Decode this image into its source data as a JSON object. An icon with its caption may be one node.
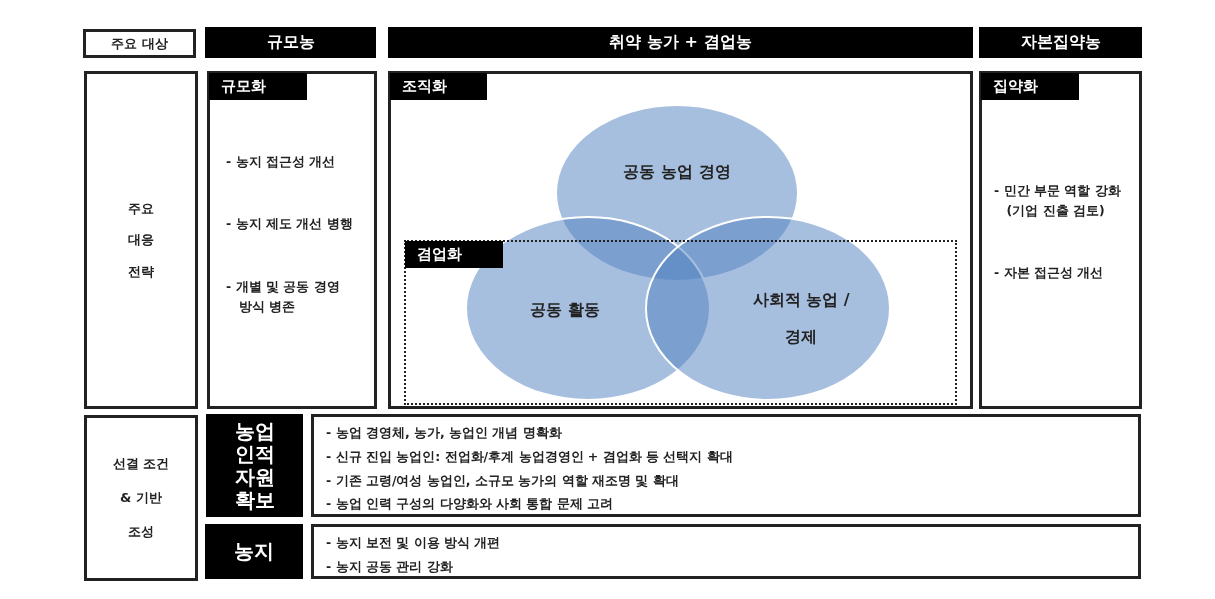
{
  "diagram": {
    "nodes": [
      {
        "text": [
          "주요 대상"
        ]
      },
      {
        "text": [
          "규모농"
        ]
      },
      {
        "text": [
          "취약 농가 + 겸업농"
        ]
      },
      {
        "text": [
          "자본집약농"
        ]
      },
      {
        "text": [
          "주요 대응 전략"
        ]
      },
      {
        "text": [
          "규모화",
          "- 농지 접근성 개선",
          "- 농지 제도 개선 병행",
          "- 개별 및 공동 경영 방식 병존"
        ]
      },
      {
        "text": [
          "조직화"
        ]
      },
      {
        "text": [
          "겸업화"
        ],
        "in": 6
      },
      {
        "text": [
          "공동 농업 경영"
        ],
        "in": 6
      },
      {
        "text": [
          "공동 활동"
        ],
        "in": 6
      },
      {
        "text": [
          "사회적 농업 /경제"
        ],
        "in": 6
      },
      {
        "text": [
          "집약화",
          "- 민간 부문 역할 강화(기업 진출 검토)",
          "- 자본 접근성 개선"
        ]
      },
      {
        "text": [
          "선결 조건 & 기반 조성"
        ]
      },
      {
        "text": [
          "농업 인적 자원 확보"
        ]
      },
      {
        "text": [
          "- 농업 경영체, 농가, 농업인 개념 명확화",
          "- 신규 진입 농업인: 전업화/후계 농업경영인 + 겸업화 등 선택지 확대",
          "- 기존 고령/여성 농업인, 소규모 농가의 역할 재조명 및 확대",
          "- 농업 인력 구성의 다양화와 사회 통합 문제 고려"
        ]
      },
      {
        "text": [
          "농지"
        ]
      },
      {
        "text": [
          "- 농지 보전 및 이용 방식 개편",
          "- 농지 공동 관리 강화"
        ]
      }
    ]
  }
}
